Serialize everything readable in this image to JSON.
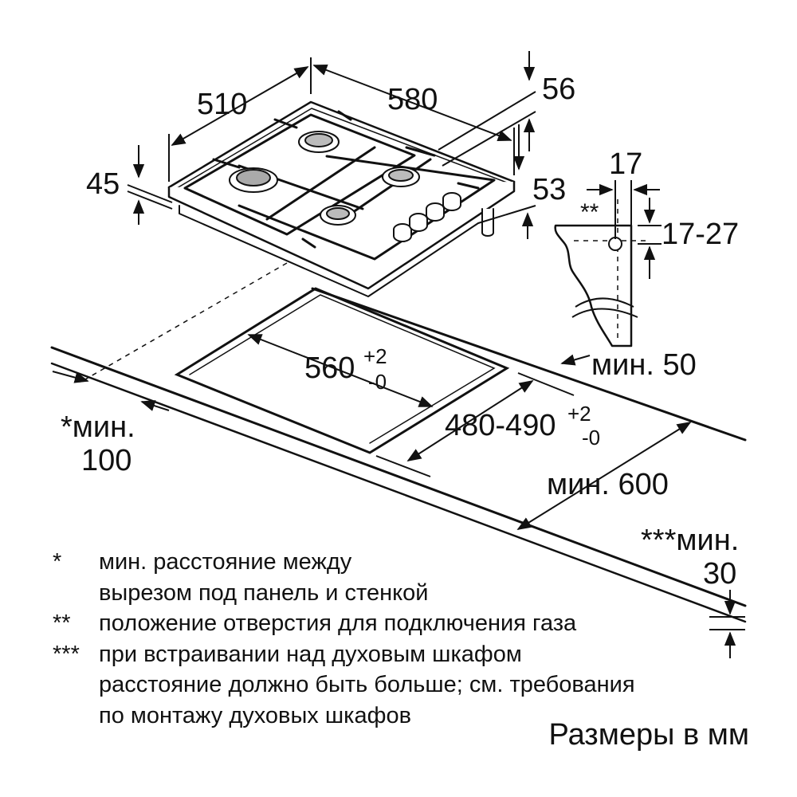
{
  "dimensions": {
    "top_depth": "510",
    "top_width": "580",
    "edge_height": "56",
    "total_height": "45",
    "body_depth": "53",
    "gas_offset": "17",
    "gas_height": "17-27",
    "gas_mark": "**",
    "wall_min": "мин. 50",
    "cutout_width_main": "560",
    "cutout_width_sup": "+2",
    "cutout_width_sub": "-0",
    "cutout_depth_main": "480-490",
    "cutout_depth_sup": "+2",
    "cutout_depth_sub": "-0",
    "side_min_line1": "*мин.",
    "side_min_line2": "100",
    "worktop_min": "мин. 600",
    "oven_min_line1": "***мин.",
    "oven_min_line2": "30"
  },
  "notes": [
    {
      "mark": "*",
      "text": "мин. расстояние между"
    },
    {
      "mark": "",
      "text": "вырезом под панель и стенкой"
    },
    {
      "mark": "**",
      "text": "положение отверстия для подключения газа"
    },
    {
      "mark": "***",
      "text": "при встраивании над духовым шкафом"
    },
    {
      "mark": "",
      "text": "расстояние должно быть больше; см. требования"
    },
    {
      "mark": "",
      "text": "по монтажу духовых шкафов"
    }
  ],
  "units_label": "Размеры в мм"
}
